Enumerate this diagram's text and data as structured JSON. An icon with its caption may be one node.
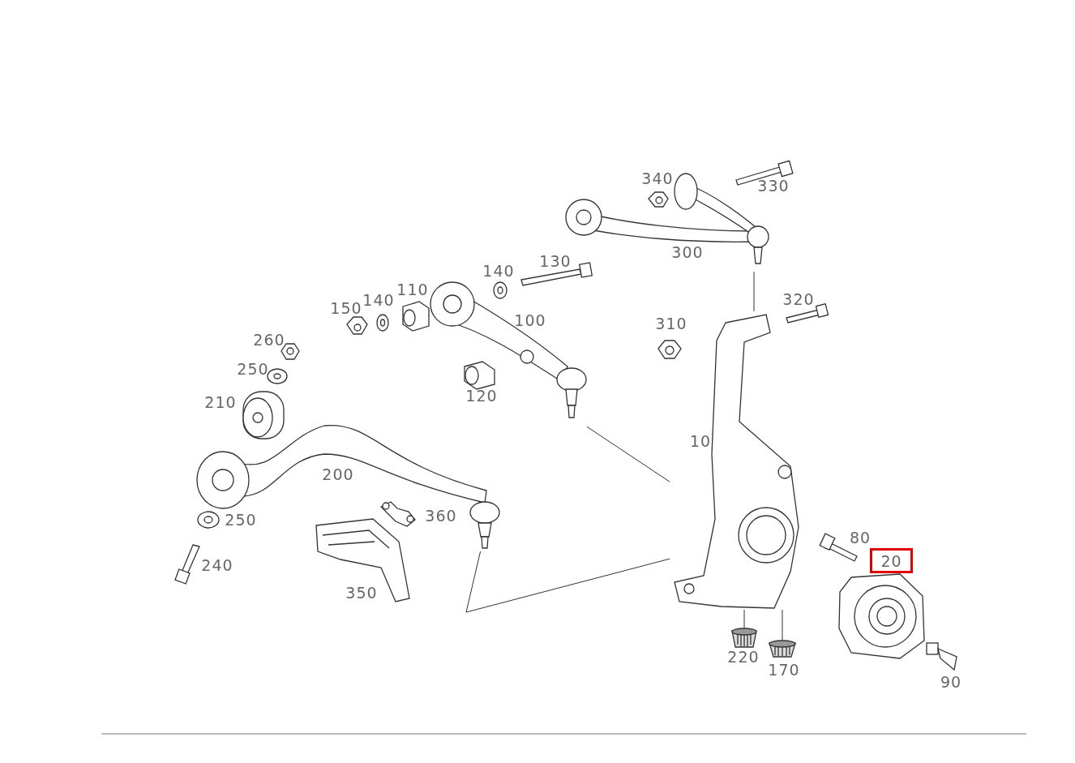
{
  "diagram": {
    "nodes": [
      {
        "text": [],
        "shape": "picture"
      },
      {
        "text": [],
        "shape": "picture"
      },
      {
        "text": [],
        "shape": "picture"
      },
      {
        "text": [],
        "shape": "picture"
      },
      {
        "text": [],
        "shape": "picture"
      },
      {
        "text": [],
        "shape": "picture"
      },
      {
        "text": [
          "20"
        ]
      }
    ],
    "edges": [
      {
        "from": 0,
        "to": 3,
        "arrow": "none"
      },
      {
        "from": 1,
        "to": 3,
        "arrow": "none"
      },
      {
        "from": 2,
        "to": 3,
        "arrow": "none"
      },
      {
        "from": 4,
        "to": 3,
        "arrow": "none"
      },
      {
        "from": 5,
        "to": 3,
        "arrow": "none"
      }
    ],
    "labels": [
      "340",
      "330",
      "300",
      "130",
      "140",
      "110",
      "320",
      "140",
      "150",
      "100",
      "310",
      "260",
      "250",
      "120",
      "210",
      "10",
      "200",
      "360",
      "250",
      "80",
      "240",
      "350",
      "220",
      "170",
      "90"
    ]
  }
}
